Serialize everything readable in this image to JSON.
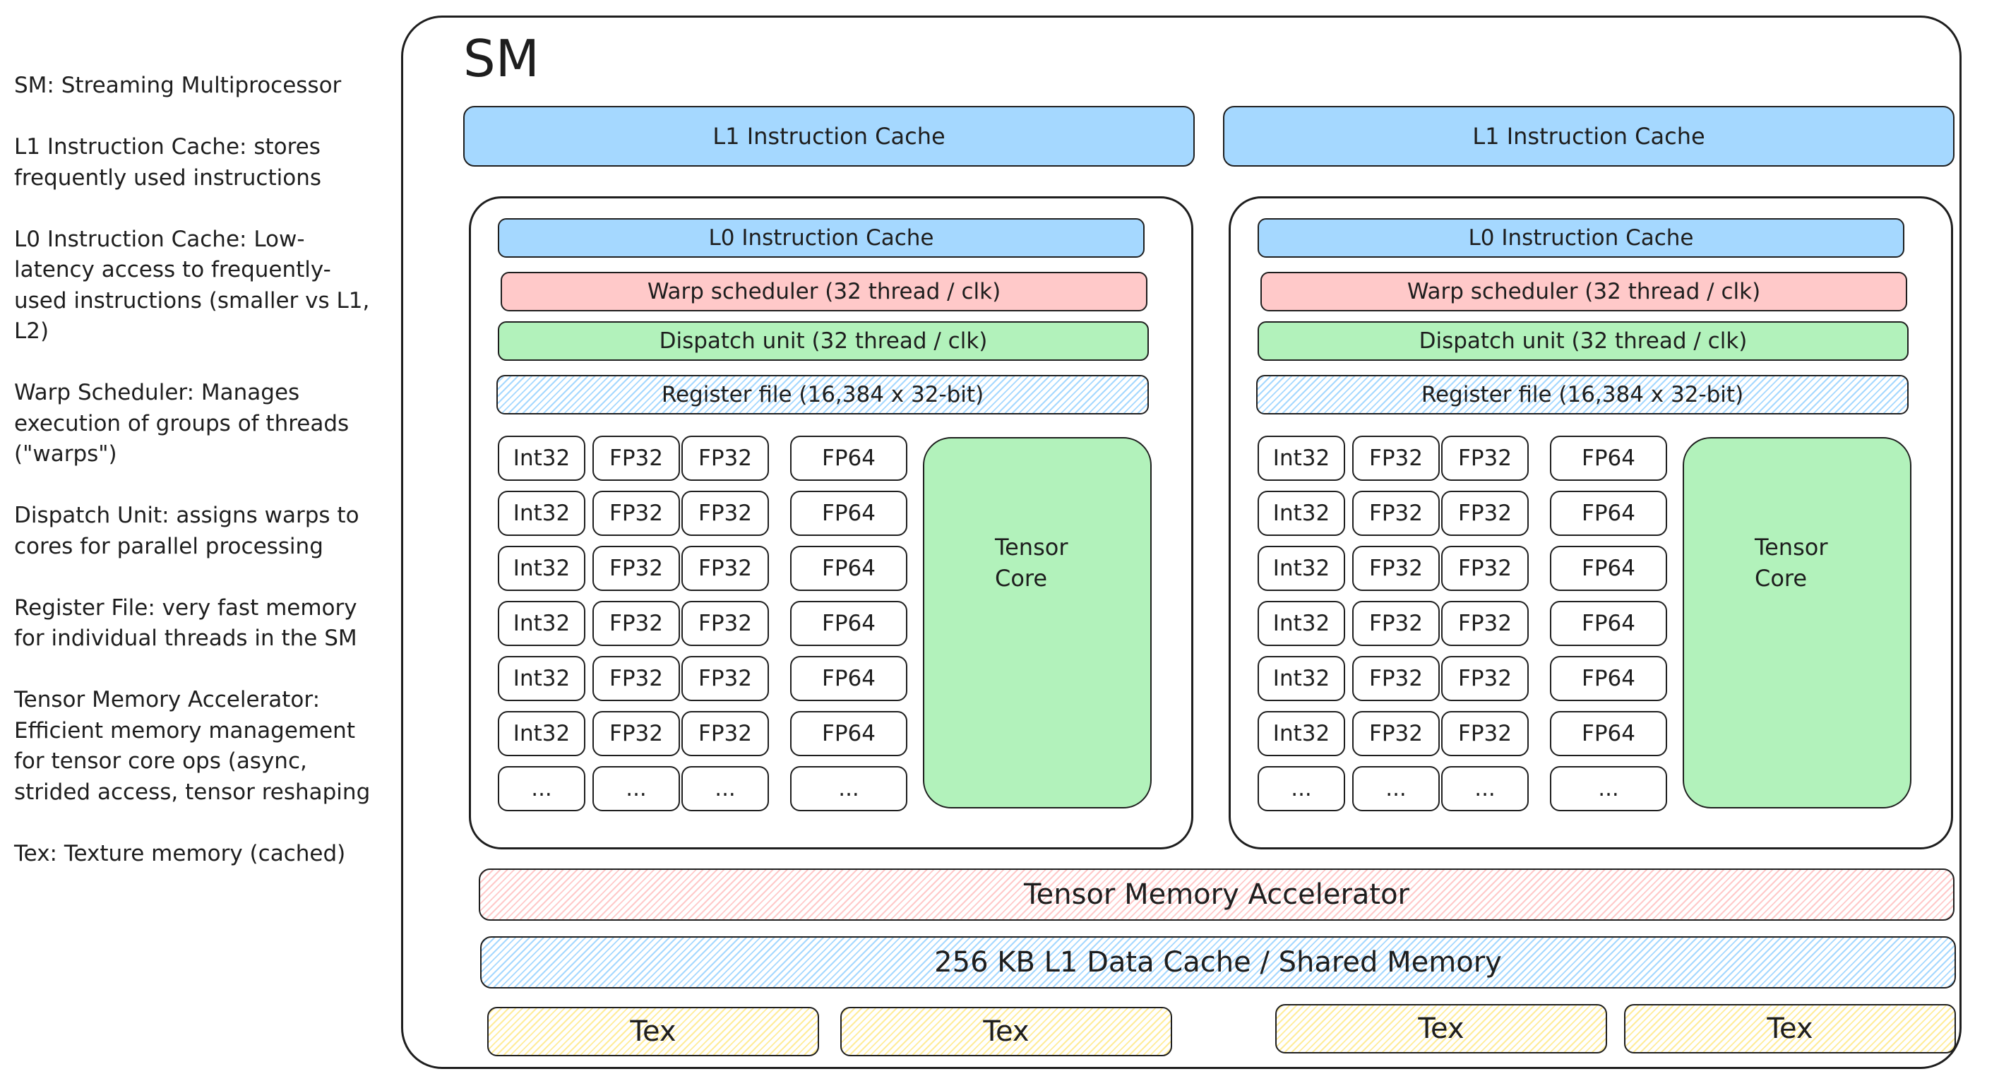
{
  "notes": [
    "SM: Streaming Multiprocessor",
    "L1 Instruction Cache: stores frequently used instructions",
    "L0 Instruction Cache: Low-latency access to frequently-used instructions (smaller vs L1, L2)",
    "Warp Scheduler: Manages execution of groups of threads (\"warps\")",
    "Dispatch Unit: assigns warps to cores for parallel processing",
    "Register File: very fast memory for individual threads in the SM",
    "Tensor Memory Accelerator: Efficient memory management for tensor core ops (async, strided access, tensor reshaping",
    "Tex: Texture memory (cached)"
  ],
  "sm": {
    "title": "SM",
    "l1_cache": "L1 Instruction Cache",
    "partition": {
      "l0_cache": "L0 Instruction Cache",
      "warp_scheduler": "Warp scheduler (32 thread / clk)",
      "dispatch_unit": "Dispatch unit (32 thread / clk)",
      "register_file": "Register file (16,384 x 32-bit)",
      "columns": [
        [
          "Int32",
          "Int32",
          "Int32",
          "Int32",
          "Int32",
          "Int32",
          "..."
        ],
        [
          "FP32",
          "FP32",
          "FP32",
          "FP32",
          "FP32",
          "FP32",
          "..."
        ],
        [
          "FP32",
          "FP32",
          "FP32",
          "FP32",
          "FP32",
          "FP32",
          "..."
        ],
        [
          "FP64",
          "FP64",
          "FP64",
          "FP64",
          "FP64",
          "FP64",
          "..."
        ]
      ],
      "tensor_core": "Tensor\nCore"
    },
    "tensor_memory_accelerator": "Tensor Memory Accelerator",
    "l1_data_cache": "256 KB L1 Data Cache / Shared Memory",
    "tex": [
      "Tex",
      "Tex",
      "Tex",
      "Tex"
    ]
  },
  "colors": {
    "stroke": "#1e1e1e",
    "blue": "#a5d8ff",
    "red": "#ffc9c9",
    "green": "#b2f2bb",
    "yellow": "#ffec99"
  }
}
